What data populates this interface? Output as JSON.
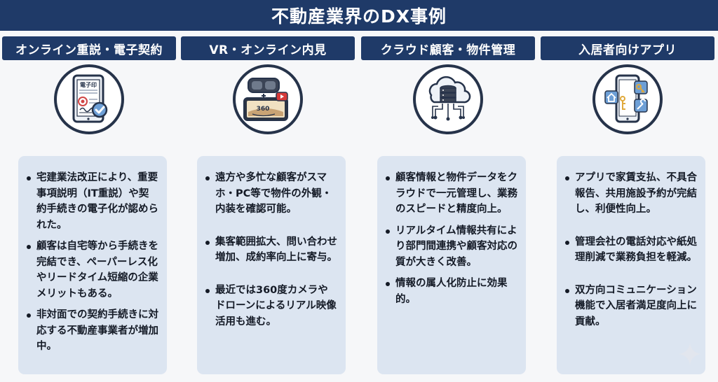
{
  "title": "不動産業界のDX事例",
  "columns": [
    {
      "heading": "オンライン重説・電子契約",
      "icon": "e-contract-tablet-icon",
      "icon_text": "電子印",
      "bullets": [
        "宅建業法改正により、重要事項説明（IT重説）や契約手続きの電子化が認められた。",
        "顧客は自宅等から手続きを完結でき、ペーパーレス化やリードタイム短縮の企業メリットもある。",
        "非対面での契約手続きに対応する不動産事業者が増加中。"
      ]
    },
    {
      "heading": "VR・オンライン内見",
      "icon": "vr-headset-360-icon",
      "icon_text": "360",
      "bullets": [
        "遠方や多忙な顧客がスマホ・PC等で物件の外観・内装を確認可能。",
        "集客範囲拡大、問い合わせ増加、成約率向上に寄与。",
        "最近では360度カメラやドローンによるリアル映像活用も進む。"
      ]
    },
    {
      "heading": "クラウド顧客・物件管理",
      "icon": "cloud-database-icon",
      "bullets": [
        "顧客情報と物件データをクラウドで一元管理し、業務のスピードと精度向上。",
        "リアルタイム情報共有により部門間連携や顧客対応の質が大きく改善。",
        "情報の属人化防止に効果的。"
      ]
    },
    {
      "heading": "入居者向けアプリ",
      "icon": "resident-app-phone-icon",
      "bullets": [
        "アプリで家賃支払、不具合報告、共用施設予約が完結し、利便性向上。",
        "管理会社の電話対応や紙処理削減で業務負担を軽減。",
        "双方向コミュニケーション機能で入居者満足度向上に貢献。"
      ]
    }
  ]
}
